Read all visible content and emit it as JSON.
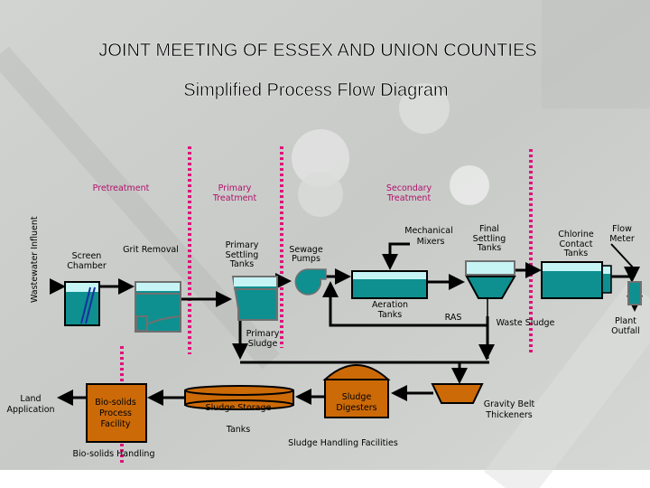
{
  "title": "JOINT MEETING OF ESSEX AND UNION COUNTIES",
  "subtitle": "Simplified Process Flow Diagram",
  "colors": {
    "water": "#0e9090",
    "water_top": "#c6f4f4",
    "sludge": "#cc6a08",
    "divider": "#e0127a",
    "section_label": "#b0106a",
    "tank_border": "#707070"
  },
  "sections": {
    "pretreatment": "Pretreatment",
    "primary": [
      "Primary",
      "Treatment"
    ],
    "secondary": [
      "Secondary",
      "Treatment"
    ]
  },
  "labels": {
    "influent": "Wastewater Influent",
    "screen": [
      "Screen",
      "Chamber"
    ],
    "grit": "Grit Removal",
    "primary_settling": [
      "Primary",
      "Settling",
      "Tanks"
    ],
    "pumps": [
      "Sewage",
      "Pumps"
    ],
    "mixers": [
      "Mechanical",
      "Mixers"
    ],
    "aeration": [
      "Aeration",
      "Tanks"
    ],
    "final_settling": [
      "Final",
      "Settling",
      "Tanks"
    ],
    "chlorine": [
      "Chlorine",
      "Contact",
      "Tanks"
    ],
    "flow_meter": [
      "Flow",
      "Meter"
    ],
    "outfall": [
      "Plant",
      "Outfall"
    ],
    "ras": "RAS",
    "waste_sludge": "Waste Sludge",
    "primary_sludge": [
      "Primary",
      "Sludge"
    ],
    "gbt": [
      "Gravity Belt",
      "Thickeners"
    ],
    "digesters": [
      "Sludge",
      "Digesters"
    ],
    "storage": "Sludge Storage",
    "tanks": "Tanks",
    "sludge_handling": "Sludge Handling Facilities",
    "biosolids_facility": [
      "Bio-solids",
      "Process",
      "Facility"
    ],
    "biosolids_handling": "Bio-solids Handling",
    "land": [
      "Land",
      "Application"
    ]
  }
}
